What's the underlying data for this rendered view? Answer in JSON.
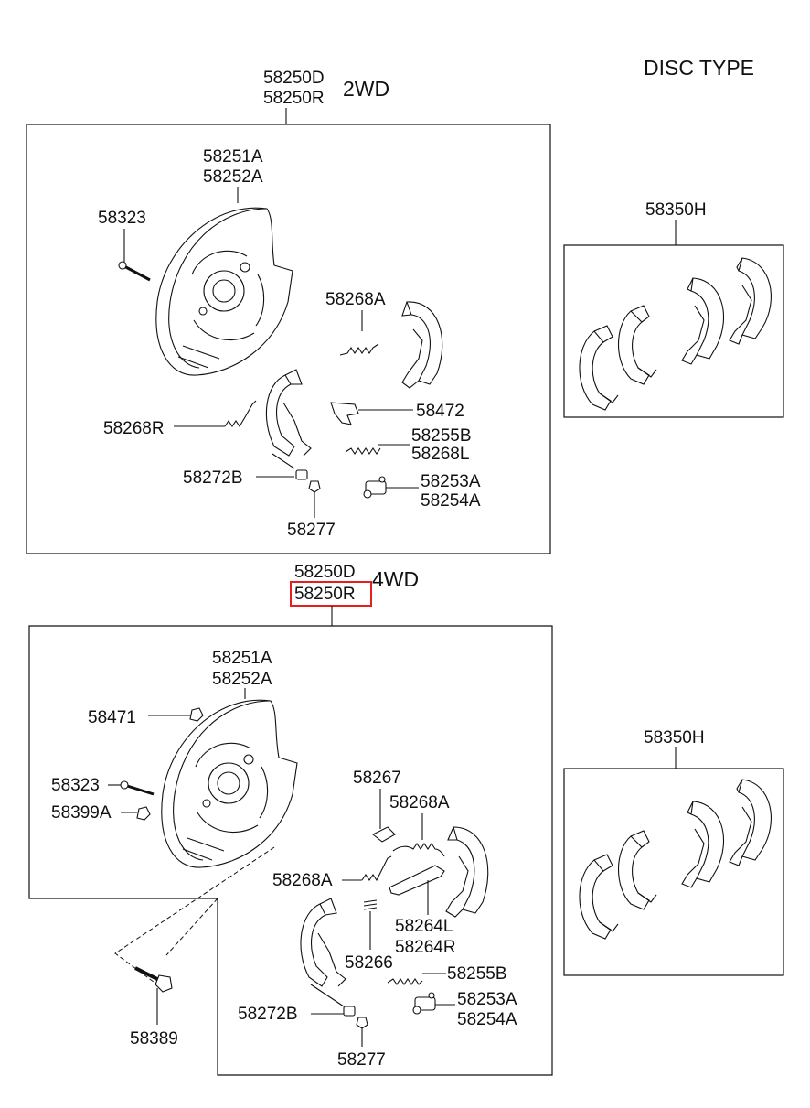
{
  "header": {
    "disc_type": "DISC TYPE"
  },
  "colors": {
    "highlight": "#e3201b",
    "line": "#111111",
    "background": "#ffffff"
  },
  "top_assembly": {
    "codes": [
      "58250D",
      "58250R"
    ],
    "drive": "2WD",
    "labels": {
      "backing_plate": [
        "58251A",
        "58252A"
      ],
      "bolt": "58323",
      "spring_a": "58268A",
      "spring_r": "58268R",
      "clip": "58472",
      "spring_b": [
        "58255B",
        "58268L"
      ],
      "adjuster": "58272B",
      "nut": "58277",
      "cylinder": [
        "58253A",
        "58254A"
      ],
      "shoe_kit": "58350H"
    }
  },
  "bottom_assembly": {
    "codes": [
      "58250D",
      "58250R"
    ],
    "highlighted_code": "58250R",
    "drive": "4WD",
    "labels": {
      "backing_plate": [
        "58251A",
        "58252A"
      ],
      "nut_top": "58471",
      "bolt": "58323",
      "washer": "58399A",
      "plate": "58267",
      "spring_a_upper": "58268A",
      "spring_a_lower": "58268A",
      "lever": [
        "58264L",
        "58264R"
      ],
      "spring_small": "58266",
      "spring_b": "58255B",
      "cylinder": [
        "58253A",
        "58254A"
      ],
      "adjuster": "58272B",
      "nut": "58277",
      "long_bolt": "58389",
      "shoe_kit": "58350H"
    }
  }
}
